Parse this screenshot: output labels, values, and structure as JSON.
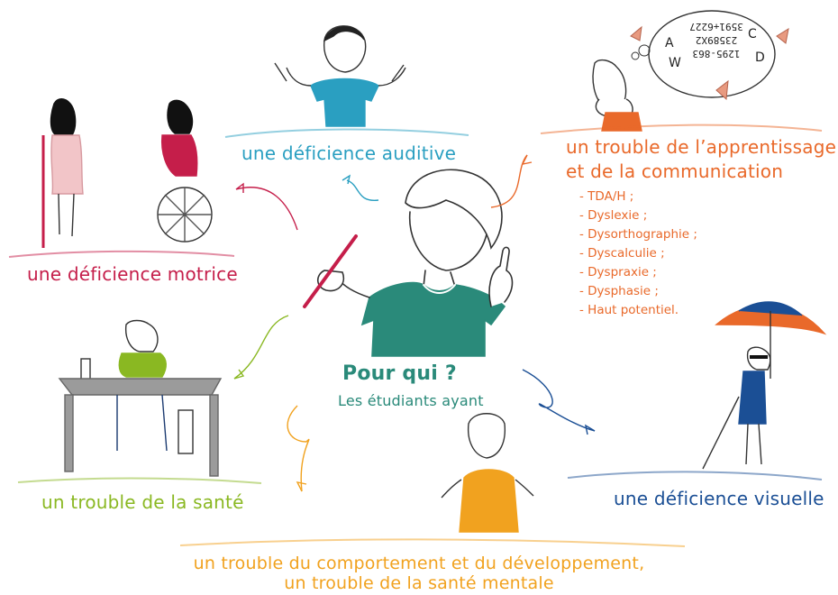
{
  "labels": {
    "auditive": "une déficience auditive",
    "motrice": "une déficience motrice",
    "apprentissage_line1": "un trouble de l’apprentissage",
    "apprentissage_line2": "et de la communication",
    "sante": "un trouble de la santé",
    "visuelle": "une déficience visuelle",
    "comportement_line1": "un trouble du comportement et du développement,",
    "comportement_line2": "un trouble de la santé mentale"
  },
  "center": {
    "title": "Pour qui ?",
    "subtitle": "Les étudiants ayant"
  },
  "apprentissage_list": [
    "- TDA/H ;",
    "- Dyslexie ;",
    "- Dysorthographie ;",
    "- Dyscalculie ;",
    "- Dyspraxie ;",
    "- Dysphasie ;",
    "- Haut potentiel."
  ],
  "thought_bubble": {
    "lines": [
      "1295-863",
      "23589X2",
      "3591+6227"
    ],
    "letters": [
      "A",
      "C",
      "W",
      "D"
    ]
  },
  "colors": {
    "auditive": "#2a9fc1",
    "motrice": "#c51e4a",
    "apprentissage": "#e9692a",
    "sante": "#8ab822",
    "visuelle": "#1b4f95",
    "comportement": "#f1a21f",
    "center": "#2a8a7a"
  }
}
